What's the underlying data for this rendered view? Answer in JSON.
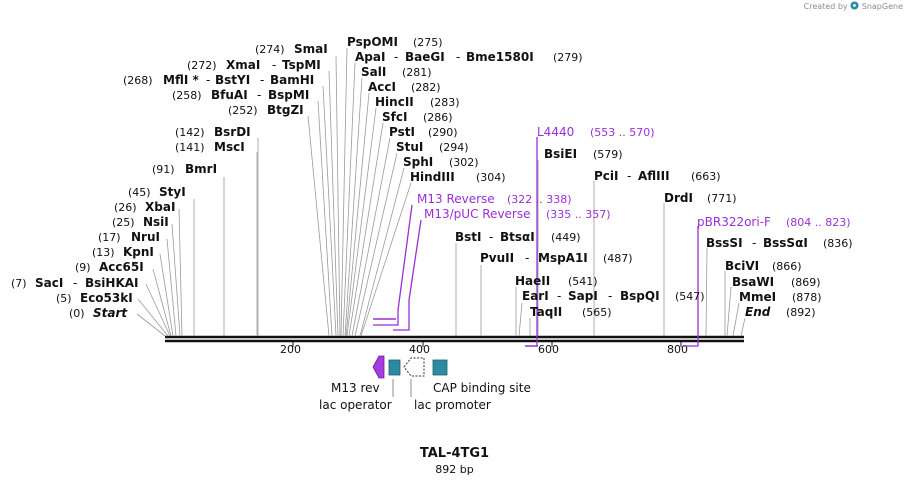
{
  "watermark": {
    "prefix": "Created by",
    "brand": "SnapGene"
  },
  "map": {
    "name": "TAL-4TG1",
    "length_label": "892 bp",
    "total_bp": 892,
    "axis_ticks": [
      "200",
      "400",
      "600",
      "800"
    ],
    "colors": {
      "primer": "#9a2fd6",
      "feature_teal": "#2e8aa1",
      "primer_arrow": "#a63be0"
    }
  },
  "enzymes": [
    {
      "name": "Start",
      "pos": "(0)",
      "bp": 0,
      "italic": true
    },
    {
      "name": "Eco53kI",
      "pos": "(5)",
      "bp": 5
    },
    {
      "name": "SacI",
      "pos": "(7)",
      "bp": 7,
      "alt": "BsiHKAI"
    },
    {
      "name": "Acc65I",
      "pos": "(9)",
      "bp": 9
    },
    {
      "name": "KpnI",
      "pos": "(13)",
      "bp": 13
    },
    {
      "name": "NruI",
      "pos": "(17)",
      "bp": 17
    },
    {
      "name": "NsiI",
      "pos": "(25)",
      "bp": 25
    },
    {
      "name": "XbaI",
      "pos": "(26)",
      "bp": 26
    },
    {
      "name": "StyI",
      "pos": "(45)",
      "bp": 45
    },
    {
      "name": "BmrI",
      "pos": "(91)",
      "bp": 91
    },
    {
      "name": "MscI",
      "pos": "(141)",
      "bp": 141
    },
    {
      "name": "BsrDI",
      "pos": "(142)",
      "bp": 142
    },
    {
      "name": "BtgZI",
      "pos": "(252)",
      "bp": 252
    },
    {
      "name": "BfuAI",
      "pos": "(258)",
      "bp": 258,
      "alt": "BspMI"
    },
    {
      "name": "MflI *",
      "pos": "(268)",
      "bp": 268,
      "alt": "BstYI",
      "alt2": "BamHI"
    },
    {
      "name": "XmaI",
      "pos": "(272)",
      "bp": 272,
      "alt": "TspMI"
    },
    {
      "name": "SmaI",
      "pos": "(274)",
      "bp": 274
    },
    {
      "name": "PspOMI",
      "pos": "(275)",
      "bp": 275
    },
    {
      "name": "ApaI",
      "pos": "(279)",
      "bp": 279,
      "alt": "BaeGI",
      "alt2": "Bme1580I"
    },
    {
      "name": "SalI",
      "pos": "(281)",
      "bp": 281
    },
    {
      "name": "AccI",
      "pos": "(282)",
      "bp": 282
    },
    {
      "name": "HincII",
      "pos": "(283)",
      "bp": 283
    },
    {
      "name": "SfcI",
      "pos": "(286)",
      "bp": 286
    },
    {
      "name": "PstI",
      "pos": "(290)",
      "bp": 290
    },
    {
      "name": "StuI",
      "pos": "(294)",
      "bp": 294
    },
    {
      "name": "SphI",
      "pos": "(302)",
      "bp": 302
    },
    {
      "name": "HindIII",
      "pos": "(304)",
      "bp": 304
    },
    {
      "name": "BsiEI",
      "pos": "(579)",
      "bp": 579
    },
    {
      "name": "PciI",
      "pos": "(663)",
      "bp": 663,
      "alt": "AflIII"
    },
    {
      "name": "DrdI",
      "pos": "(771)",
      "bp": 771
    },
    {
      "name": "BstI",
      "pos": "(449)",
      "bp": 449,
      "alt": "BtsαI"
    },
    {
      "name": "PvuII",
      "pos": "(487)",
      "bp": 487,
      "alt": "MspA1I"
    },
    {
      "name": "HaeII",
      "pos": "(541)",
      "bp": 541
    },
    {
      "name": "EarI",
      "pos": "(547)",
      "bp": 547,
      "alt": "SapI",
      "alt2": "BspQI"
    },
    {
      "name": "TaqII",
      "pos": "(565)",
      "bp": 565
    },
    {
      "name": "BssSI",
      "pos": "(836)",
      "bp": 836,
      "alt": "BssSαI"
    },
    {
      "name": "BciVI",
      "pos": "(866)",
      "bp": 866
    },
    {
      "name": "BsaWI",
      "pos": "(869)",
      "bp": 869
    },
    {
      "name": "MmeI",
      "pos": "(878)",
      "bp": 878
    },
    {
      "name": "End",
      "pos": "(892)",
      "bp": 892,
      "italic": true
    }
  ],
  "primers": [
    {
      "name": "L4440",
      "range": "(553 .. 570)",
      "start": 553,
      "end": 570
    },
    {
      "name": "M13 Reverse",
      "range": "(322 .. 338)",
      "start": 322,
      "end": 338
    },
    {
      "name": "M13/pUC Reverse",
      "range": "(335 .. 357)",
      "start": 335,
      "end": 357
    },
    {
      "name": "pBR322ori-F",
      "range": "(804 .. 823)",
      "start": 804,
      "end": 823
    }
  ],
  "features": [
    {
      "name": "M13 rev",
      "kind": "primer_bind"
    },
    {
      "name": "lac operator",
      "kind": "protein_bind"
    },
    {
      "name": "lac promoter",
      "kind": "promoter"
    },
    {
      "name": "CAP binding site",
      "kind": "protein_bind"
    }
  ]
}
